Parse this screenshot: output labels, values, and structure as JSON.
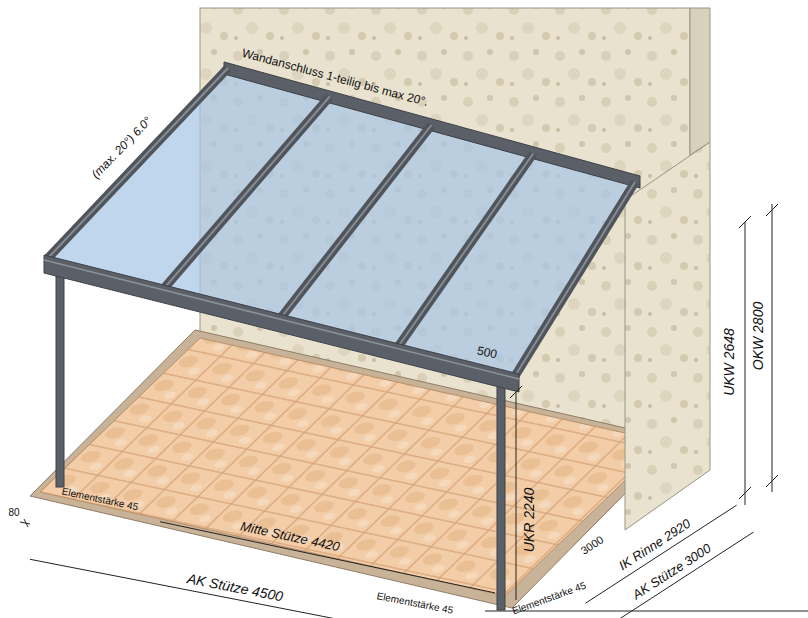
{
  "diagram": {
    "labels": [
      "Wandanschluss 1-teilig bis max 20°.",
      "(max. 20°) 6.0°",
      "500",
      "UKW 2648",
      "OKW 2800",
      "UKR 2240",
      "3000",
      "IK Rinne 2920",
      "AK Stütze 3000",
      "80",
      "Elementstärke 45",
      "Mitte Stütze 4420",
      "AK Stütze 4500",
      "Elementstärke 45",
      "Elementstärke 45"
    ]
  }
}
